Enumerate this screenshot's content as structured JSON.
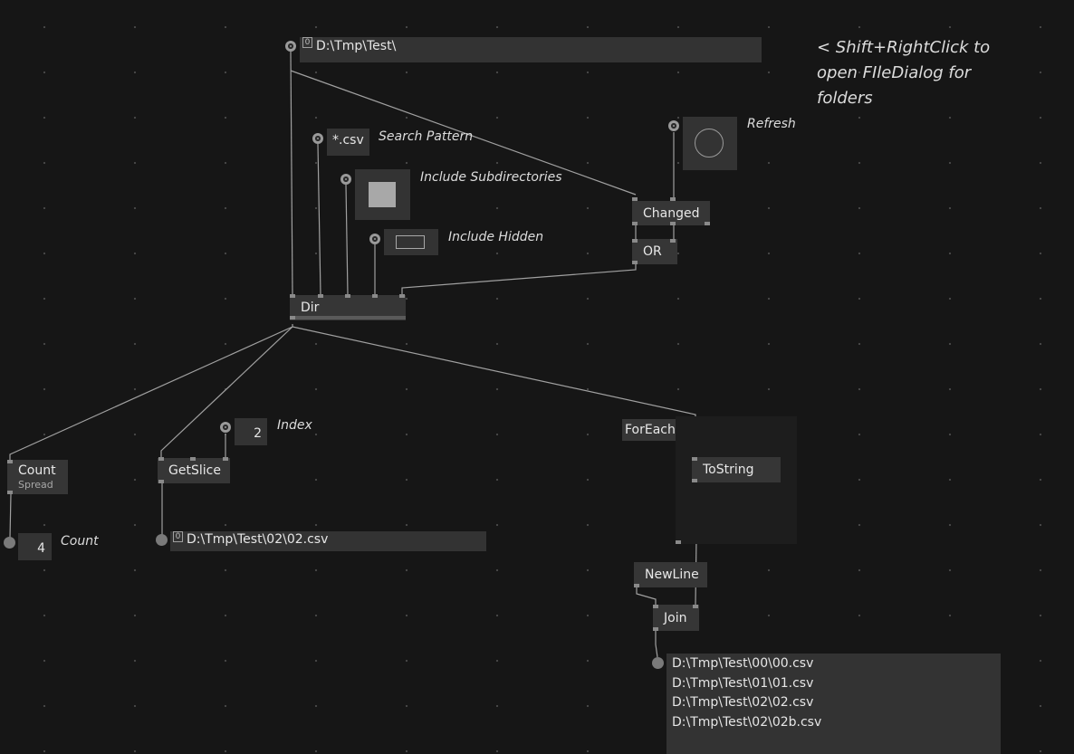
{
  "colors": {
    "background": "#161616",
    "node": "#363636",
    "wire": "#a0a0a0",
    "pin": "#8a8a8a"
  },
  "path_input": {
    "value": "D:\\Tmp\\Test\\",
    "slice_index": "0"
  },
  "comments": {
    "hint_line1": "< Shift+RightClick to",
    "hint_line2": "open FIleDialog for",
    "hint_line3": "folders",
    "refresh": "Refresh",
    "search_pattern": "Search Pattern",
    "include_subdirectories": "Include Subdirectories",
    "include_hidden": "Include Hidden",
    "index": "Index",
    "count": "Count"
  },
  "search_pattern": {
    "value": "*.csv"
  },
  "include_subdirectories": {
    "checked": true
  },
  "include_hidden": {
    "checked": false
  },
  "refresh": {
    "pressed": false
  },
  "nodes": {
    "changed": "Changed",
    "or": "OR",
    "dir": "Dir",
    "count": "Count",
    "count_sub": "Spread",
    "getslice": "GetSlice",
    "foreach": "ForEach",
    "tostring": "ToString",
    "newline": "NewLine",
    "join": "Join"
  },
  "index_input": {
    "value": "2"
  },
  "count_output": {
    "value": "4"
  },
  "slice_output": {
    "value": "D:\\Tmp\\Test\\02\\02.csv",
    "slice_index": "0"
  },
  "join_output": {
    "lines": [
      "D:\\Tmp\\Test\\00\\00.csv",
      "D:\\Tmp\\Test\\01\\01.csv",
      "D:\\Tmp\\Test\\02\\02.csv",
      "D:\\Tmp\\Test\\02\\02b.csv"
    ]
  }
}
